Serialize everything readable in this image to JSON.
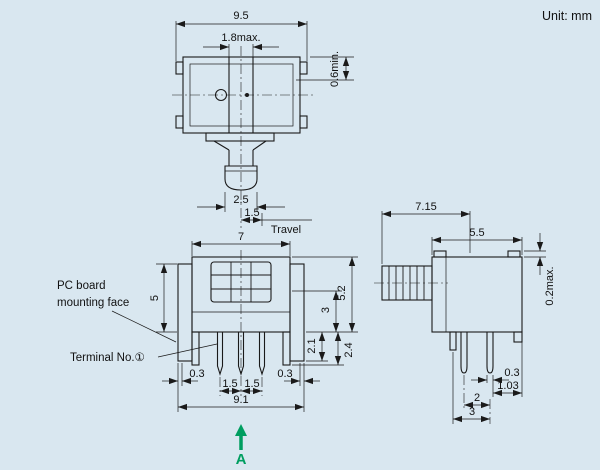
{
  "unit_label": "Unit: mm",
  "colors": {
    "background": "#d9e7f0",
    "line": "#1a1a1a",
    "accent": "#009e60"
  },
  "top_view": {
    "dim_overall_width": "9.5",
    "dim_slot_width": "1.8max.",
    "dim_edge": "0.6min.",
    "dim_knob_width": "2.5",
    "dim_travel": "1.5",
    "label_travel": "Travel"
  },
  "front_view": {
    "dim_body_width": "7",
    "dim_body_height": "5",
    "dim_overall_height": "5.2",
    "dim_lower_height": "3",
    "dim_leg_depth": "2.1",
    "dim_boss_depth": "2.4",
    "dim_offset_left": "0.3",
    "dim_pitch_left": "1.5",
    "dim_pitch_right": "1.5",
    "dim_offset_right": "0.3",
    "dim_overall_width": "9.1",
    "label_pc_board_line1": "PC board",
    "label_pc_board_line2": "mounting face",
    "label_terminal": "Terminal No.①",
    "label_view": "A"
  },
  "side_view": {
    "dim_overall_depth": "7.15",
    "dim_body_depth": "5.5",
    "dim_gap": "0.2max.",
    "dim_pin_thickness": "0.3",
    "dim_pin_offset": "1.03",
    "dim_pin_pitch": "2",
    "dim_pin_span": "3"
  }
}
